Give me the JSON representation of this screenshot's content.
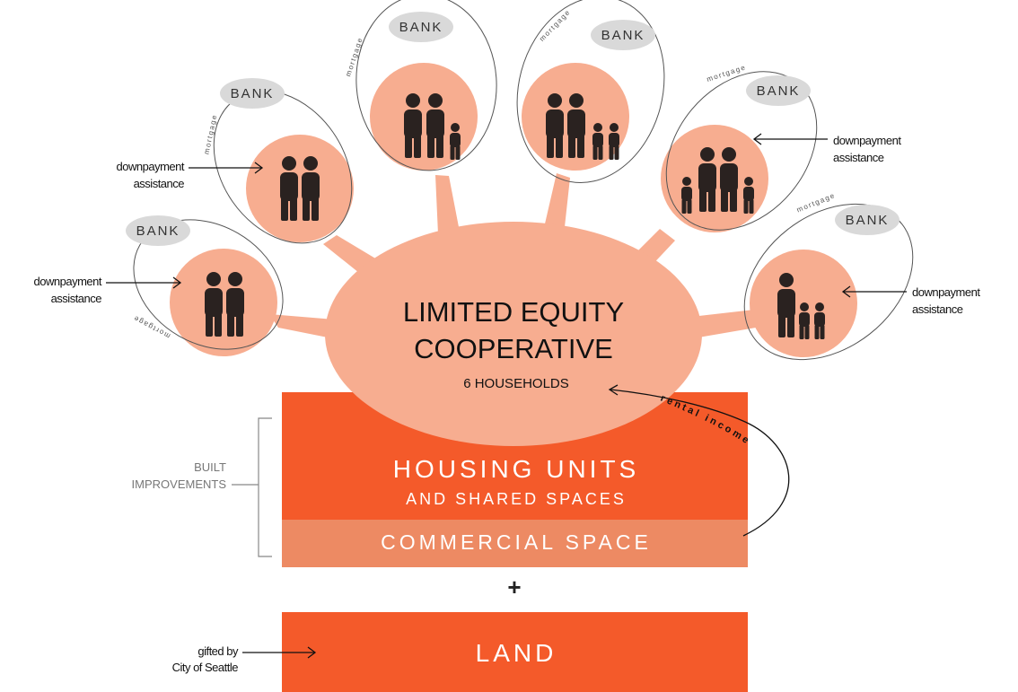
{
  "coop": {
    "title_line1": "LIMITED EQUITY",
    "title_line2": "COOPERATIVE",
    "subtitle": "6 HOUSEHOLDS"
  },
  "housing": {
    "line1": "HOUSING UNITS",
    "line2": "AND SHARED SPACES"
  },
  "commercial": {
    "label": "COMMERCIAL SPACE"
  },
  "plus": "+",
  "land": {
    "label": "LAND"
  },
  "built_improvements": {
    "line1": "BUILT",
    "line2": "IMPROVEMENTS"
  },
  "gifted": {
    "line1": "gifted by",
    "line2": "City of Seattle"
  },
  "rental_income": "rental income",
  "downpayment": {
    "line1": "downpayment",
    "line2": "assistance"
  },
  "bank_label": "BANK",
  "mortgage_label": "mortgage",
  "households": [
    {
      "adults": 2,
      "children": 0
    },
    {
      "adults": 2,
      "children": 0
    },
    {
      "adults": 2,
      "children": 1
    },
    {
      "adults": 2,
      "children": 2
    },
    {
      "adults": 2,
      "children": 2
    },
    {
      "adults": 1,
      "children": 2
    }
  ],
  "colors": {
    "coop_fill": "#f7ad90",
    "household_fill": "#f7ad90",
    "housing_fill": "#f45a2a",
    "commercial_fill": "#ed8a63",
    "land_fill": "#f45a2a",
    "bank_fill": "#d9d9d9",
    "figure_fill": "#2a2220"
  }
}
